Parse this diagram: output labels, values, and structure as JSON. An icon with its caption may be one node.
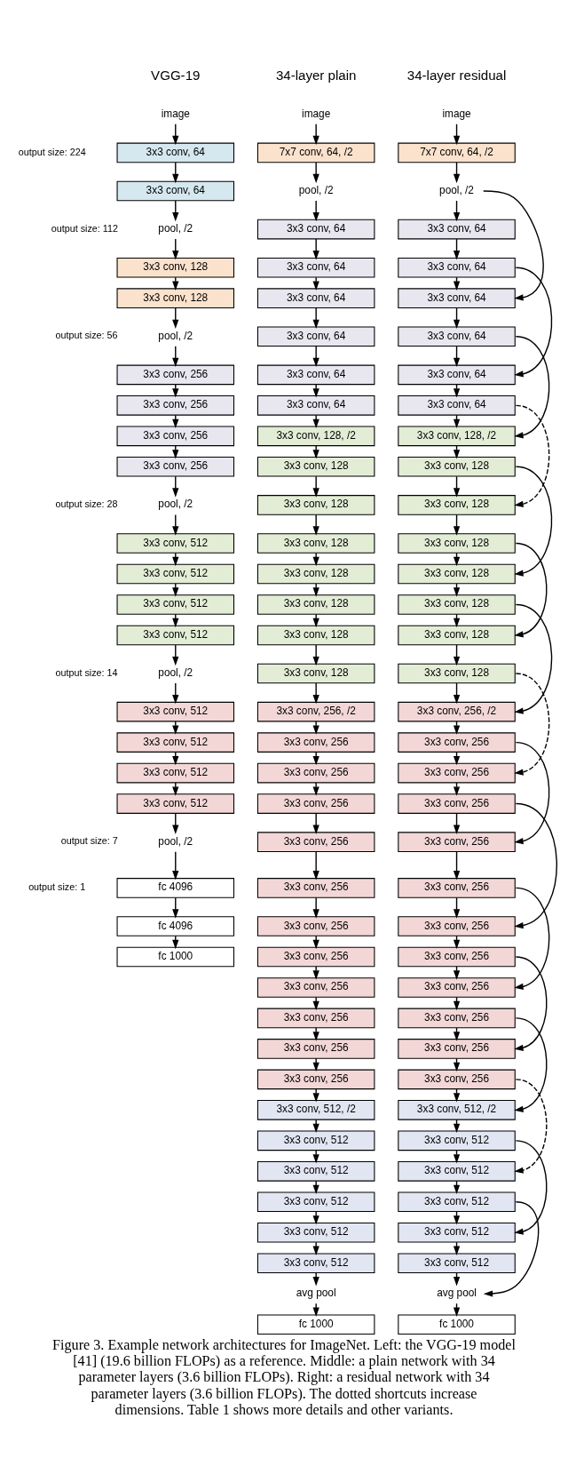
{
  "diagram": {
    "caption": "Figure 3. Example network architectures for ImageNet. Left: the VGG-19 model [41] (19.6 billion FLOPs) as a reference. Middle: a plain network with 34 parameter layers (3.6 billion FLOPs). Right: a residual network with 34 parameter layers (3.6 billion FLOPs). The dotted shortcuts increase dimensions. Table 1 shows more details and other variants.",
    "nodes": [
      {
        "text": [
          "image"
        ]
      },
      {
        "text": [
          "3x3 conv, 64"
        ]
      },
      {
        "text": [
          "3x3 conv, 64"
        ]
      },
      {
        "text": [
          "pool, /2"
        ]
      },
      {
        "text": [
          "3x3 conv, 128"
        ]
      },
      {
        "text": [
          "3x3 conv, 128"
        ]
      },
      {
        "text": [
          "pool, /2"
        ]
      },
      {
        "text": [
          "3x3 conv, 256"
        ]
      },
      {
        "text": [
          "3x3 conv, 256"
        ]
      },
      {
        "text": [
          "3x3 conv, 256"
        ]
      },
      {
        "text": [
          "3x3 conv, 256"
        ]
      },
      {
        "text": [
          "pool, /2"
        ]
      },
      {
        "text": [
          "3x3 conv, 512"
        ]
      },
      {
        "text": [
          "3x3 conv, 512"
        ]
      },
      {
        "text": [
          "3x3 conv, 512"
        ]
      },
      {
        "text": [
          "3x3 conv, 512"
        ]
      },
      {
        "text": [
          "pool, /2"
        ]
      },
      {
        "text": [
          "3x3 conv, 512"
        ]
      },
      {
        "text": [
          "3x3 conv, 512"
        ]
      },
      {
        "text": [
          "3x3 conv, 512"
        ]
      },
      {
        "text": [
          "3x3 conv, 512"
        ]
      },
      {
        "text": [
          "pool, /2"
        ]
      },
      {
        "text": [
          "fc 4096"
        ]
      },
      {
        "text": [
          "fc 4096"
        ]
      },
      {
        "text": [
          "fc 1000"
        ]
      },
      {
        "text": [
          "image"
        ]
      },
      {
        "text": [
          "7x7 conv, 64, /2"
        ]
      },
      {
        "text": [
          "pool, /2"
        ]
      },
      {
        "text": [
          "3x3 conv, 64"
        ]
      },
      {
        "text": [
          "3x3 conv, 64"
        ]
      },
      {
        "text": [
          "3x3 conv, 64"
        ]
      },
      {
        "text": [
          "3x3 conv, 64"
        ]
      },
      {
        "text": [
          "3x3 conv, 64"
        ]
      },
      {
        "text": [
          "3x3 conv, 64"
        ]
      },
      {
        "text": [
          "3x3 conv, 128, /2"
        ]
      },
      {
        "text": [
          "3x3 conv, 128"
        ]
      },
      {
        "text": [
          "3x3 conv, 128"
        ]
      },
      {
        "text": [
          "3x3 conv, 128"
        ]
      },
      {
        "text": [
          "3x3 conv, 128"
        ]
      },
      {
        "text": [
          "3x3 conv, 128"
        ]
      },
      {
        "text": [
          "3x3 conv, 128"
        ]
      },
      {
        "text": [
          "3x3 conv, 128"
        ]
      },
      {
        "text": [
          "3x3 conv, 256, /2"
        ]
      },
      {
        "text": [
          "3x3 conv, 256"
        ]
      },
      {
        "text": [
          "3x3 conv, 256"
        ]
      },
      {
        "text": [
          "3x3 conv, 256"
        ]
      },
      {
        "text": [
          "3x3 conv, 256"
        ]
      },
      {
        "text": [
          "3x3 conv, 256"
        ]
      },
      {
        "text": [
          "3x3 conv, 256"
        ]
      },
      {
        "text": [
          "3x3 conv, 256"
        ]
      },
      {
        "text": [
          "3x3 conv, 256"
        ]
      },
      {
        "text": [
          "3x3 conv, 256"
        ]
      },
      {
        "text": [
          "3x3 conv, 256"
        ]
      },
      {
        "text": [
          "3x3 conv, 256"
        ]
      },
      {
        "text": [
          "3x3 conv, 512, /2"
        ]
      },
      {
        "text": [
          "3x3 conv, 512"
        ]
      },
      {
        "text": [
          "3x3 conv, 512"
        ]
      },
      {
        "text": [
          "3x3 conv, 512"
        ]
      },
      {
        "text": [
          "3x3 conv, 512"
        ]
      },
      {
        "text": [
          "3x3 conv, 512"
        ]
      },
      {
        "text": [
          "avg pool"
        ]
      },
      {
        "text": [
          "fc 1000"
        ]
      },
      {
        "text": [
          "image"
        ]
      },
      {
        "text": [
          "7x7 conv, 64, /2"
        ]
      },
      {
        "text": [
          "pool, /2"
        ]
      },
      {
        "text": [
          "3x3 conv, 64"
        ]
      },
      {
        "text": [
          "3x3 conv, 64"
        ]
      },
      {
        "text": [
          "3x3 conv, 64"
        ]
      },
      {
        "text": [
          "3x3 conv, 64"
        ]
      },
      {
        "text": [
          "3x3 conv, 64"
        ]
      },
      {
        "text": [
          "3x3 conv, 64"
        ]
      },
      {
        "text": [
          "3x3 conv, 128, /2"
        ]
      },
      {
        "text": [
          "3x3 conv, 128"
        ]
      },
      {
        "text": [
          "3x3 conv, 128"
        ]
      },
      {
        "text": [
          "3x3 conv, 128"
        ]
      },
      {
        "text": [
          "3x3 conv, 128"
        ]
      },
      {
        "text": [
          "3x3 conv, 128"
        ]
      },
      {
        "text": [
          "3x3 conv, 128"
        ]
      },
      {
        "text": [
          "3x3 conv, 128"
        ]
      },
      {
        "text": [
          "3x3 conv, 256, /2"
        ]
      },
      {
        "text": [
          "3x3 conv, 256"
        ]
      },
      {
        "text": [
          "3x3 conv, 256"
        ]
      },
      {
        "text": [
          "3x3 conv, 256"
        ]
      },
      {
        "text": [
          "3x3 conv, 256"
        ]
      },
      {
        "text": [
          "3x3 conv, 256"
        ]
      },
      {
        "text": [
          "3x3 conv, 256"
        ]
      },
      {
        "text": [
          "3x3 conv, 256"
        ]
      },
      {
        "text": [
          "3x3 conv, 256"
        ]
      },
      {
        "text": [
          "3x3 conv, 256"
        ]
      },
      {
        "text": [
          "3x3 conv, 256"
        ]
      },
      {
        "text": [
          "3x3 conv, 256"
        ]
      },
      {
        "text": [
          "3x3 conv, 512, /2"
        ]
      },
      {
        "text": [
          "3x3 conv, 512"
        ]
      },
      {
        "text": [
          "3x3 conv, 512"
        ]
      },
      {
        "text": [
          "3x3 conv, 512"
        ]
      },
      {
        "text": [
          "3x3 conv, 512"
        ]
      },
      {
        "text": [
          "3x3 conv, 512"
        ]
      },
      {
        "text": [
          "avg pool"
        ]
      },
      {
        "text": [
          "fc 1000"
        ]
      }
    ],
    "edges": [
      {
        "from": 0,
        "to": 1,
        "arrow": "to"
      },
      {
        "from": 1,
        "to": 2,
        "arrow": "to"
      },
      {
        "from": 2,
        "to": 3,
        "arrow": "to"
      },
      {
        "from": 3,
        "to": 4,
        "arrow": "to"
      },
      {
        "from": 4,
        "to": 5,
        "arrow": "to"
      },
      {
        "from": 5,
        "to": 6,
        "arrow": "to"
      },
      {
        "from": 6,
        "to": 7,
        "arrow": "to"
      },
      {
        "from": 7,
        "to": 8,
        "arrow": "to"
      },
      {
        "from": 8,
        "to": 9,
        "arrow": "to"
      },
      {
        "from": 9,
        "to": 10,
        "arrow": "to"
      },
      {
        "from": 10,
        "to": 11,
        "arrow": "to"
      },
      {
        "from": 11,
        "to": 12,
        "arrow": "to"
      },
      {
        "from": 12,
        "to": 13,
        "arrow": "to"
      },
      {
        "from": 13,
        "to": 14,
        "arrow": "to"
      },
      {
        "from": 14,
        "to": 15,
        "arrow": "to"
      },
      {
        "from": 15,
        "to": 16,
        "arrow": "to"
      },
      {
        "from": 16,
        "to": 17,
        "arrow": "to"
      },
      {
        "from": 17,
        "to": 18,
        "arrow": "to"
      },
      {
        "from": 18,
        "to": 19,
        "arrow": "to"
      },
      {
        "from": 19,
        "to": 20,
        "arrow": "to"
      },
      {
        "from": 20,
        "to": 21,
        "arrow": "to"
      },
      {
        "from": 21,
        "to": 22,
        "arrow": "to"
      },
      {
        "from": 22,
        "to": 23,
        "arrow": "to"
      },
      {
        "from": 23,
        "to": 24,
        "arrow": "to"
      },
      {
        "from": 25,
        "to": 26,
        "arrow": "to"
      },
      {
        "from": 26,
        "to": 27,
        "arrow": "to"
      },
      {
        "from": 27,
        "to": 28,
        "arrow": "to"
      },
      {
        "from": 28,
        "to": 29,
        "arrow": "to"
      },
      {
        "from": 29,
        "to": 30,
        "arrow": "to"
      },
      {
        "from": 30,
        "to": 31,
        "arrow": "to"
      },
      {
        "from": 31,
        "to": 32,
        "arrow": "to"
      },
      {
        "from": 32,
        "to": 33,
        "arrow": "to"
      },
      {
        "from": 33,
        "to": 34,
        "arrow": "to"
      },
      {
        "from": 34,
        "to": 35,
        "arrow": "to"
      },
      {
        "from": 35,
        "to": 36,
        "arrow": "to"
      },
      {
        "from": 36,
        "to": 37,
        "arrow": "to"
      },
      {
        "from": 37,
        "to": 38,
        "arrow": "to"
      },
      {
        "from": 38,
        "to": 39,
        "arrow": "to"
      },
      {
        "from": 39,
        "to": 40,
        "arrow": "to"
      },
      {
        "from": 40,
        "to": 41,
        "arrow": "to"
      },
      {
        "from": 41,
        "to": 42,
        "arrow": "to"
      },
      {
        "from": 42,
        "to": 43,
        "arrow": "to"
      },
      {
        "from": 43,
        "to": 44,
        "arrow": "to"
      },
      {
        "from": 44,
        "to": 45,
        "arrow": "to"
      },
      {
        "from": 45,
        "to": 46,
        "arrow": "to"
      },
      {
        "from": 46,
        "to": 47,
        "arrow": "to"
      },
      {
        "from": 47,
        "to": 48,
        "arrow": "to"
      },
      {
        "from": 48,
        "to": 49,
        "arrow": "to"
      },
      {
        "from": 49,
        "to": 50,
        "arrow": "to"
      },
      {
        "from": 50,
        "to": 51,
        "arrow": "to"
      },
      {
        "from": 51,
        "to": 52,
        "arrow": "to"
      },
      {
        "from": 52,
        "to": 53,
        "arrow": "to"
      },
      {
        "from": 53,
        "to": 54,
        "arrow": "to"
      },
      {
        "from": 54,
        "to": 55,
        "arrow": "to"
      },
      {
        "from": 55,
        "to": 56,
        "arrow": "to"
      },
      {
        "from": 56,
        "to": 57,
        "arrow": "to"
      },
      {
        "from": 57,
        "to": 58,
        "arrow": "to"
      },
      {
        "from": 58,
        "to": 59,
        "arrow": "to"
      },
      {
        "from": 59,
        "to": 60,
        "arrow": "to"
      },
      {
        "from": 60,
        "to": 61,
        "arrow": "to"
      },
      {
        "from": 62,
        "to": 63,
        "arrow": "to"
      },
      {
        "from": 63,
        "to": 64,
        "arrow": "to"
      },
      {
        "from": 64,
        "to": 65,
        "arrow": "to"
      },
      {
        "from": 65,
        "to": 66,
        "arrow": "to"
      },
      {
        "from": 66,
        "to": 67,
        "arrow": "to"
      },
      {
        "from": 67,
        "to": 68,
        "arrow": "to"
      },
      {
        "from": 68,
        "to": 69,
        "arrow": "to"
      },
      {
        "from": 69,
        "to": 70,
        "arrow": "to"
      },
      {
        "from": 70,
        "to": 71,
        "arrow": "to"
      },
      {
        "from": 71,
        "to": 72,
        "arrow": "to"
      },
      {
        "from": 72,
        "to": 73,
        "arrow": "to"
      },
      {
        "from": 73,
        "to": 74,
        "arrow": "to"
      },
      {
        "from": 74,
        "to": 75,
        "arrow": "to"
      },
      {
        "from": 75,
        "to": 76,
        "arrow": "to"
      },
      {
        "from": 76,
        "to": 77,
        "arrow": "to"
      },
      {
        "from": 77,
        "to": 78,
        "arrow": "to"
      },
      {
        "from": 78,
        "to": 79,
        "arrow": "to"
      },
      {
        "from": 79,
        "to": 80,
        "arrow": "to"
      },
      {
        "from": 80,
        "to": 81,
        "arrow": "to"
      },
      {
        "from": 81,
        "to": 82,
        "arrow": "to"
      },
      {
        "from": 82,
        "to": 83,
        "arrow": "to"
      },
      {
        "from": 83,
        "to": 84,
        "arrow": "to"
      },
      {
        "from": 84,
        "to": 85,
        "arrow": "to"
      },
      {
        "from": 85,
        "to": 86,
        "arrow": "to"
      },
      {
        "from": 86,
        "to": 87,
        "arrow": "to"
      },
      {
        "from": 87,
        "to": 88,
        "arrow": "to"
      },
      {
        "from": 88,
        "to": 89,
        "arrow": "to"
      },
      {
        "from": 89,
        "to": 90,
        "arrow": "to"
      },
      {
        "from": 90,
        "to": 91,
        "arrow": "to"
      },
      {
        "from": 91,
        "to": 92,
        "arrow": "to"
      },
      {
        "from": 92,
        "to": 93,
        "arrow": "to"
      },
      {
        "from": 93,
        "to": 94,
        "arrow": "to"
      },
      {
        "from": 94,
        "to": 95,
        "arrow": "to"
      },
      {
        "from": 95,
        "to": 96,
        "arrow": "to"
      },
      {
        "from": 96,
        "to": 97,
        "arrow": "to"
      },
      {
        "from": 97,
        "to": 98,
        "arrow": "to"
      },
      {
        "from": 64,
        "to": 67,
        "arrow": "to"
      },
      {
        "from": 66,
        "to": 69,
        "arrow": "to"
      },
      {
        "from": 68,
        "to": 71,
        "arrow": "to"
      },
      {
        "from": 70,
        "to": 73,
        "arrow": "to",
        "style": "dashed"
      },
      {
        "from": 72,
        "to": 75,
        "arrow": "to"
      },
      {
        "from": 74,
        "to": 77,
        "arrow": "to"
      },
      {
        "from": 76,
        "to": 79,
        "arrow": "to"
      },
      {
        "from": 78,
        "to": 81,
        "arrow": "to",
        "style": "dashed"
      },
      {
        "from": 80,
        "to": 83,
        "arrow": "to"
      },
      {
        "from": 82,
        "to": 85,
        "arrow": "to"
      },
      {
        "from": 84,
        "to": 87,
        "arrow": "to"
      },
      {
        "from": 86,
        "to": 89,
        "arrow": "to"
      },
      {
        "from": 88,
        "to": 91,
        "arrow": "to"
      },
      {
        "from": 90,
        "to": 93,
        "arrow": "to",
        "style": "dashed"
      },
      {
        "from": 92,
        "to": 95,
        "arrow": "to"
      },
      {
        "from": 94,
        "to": 97,
        "arrow": "to"
      }
    ],
    "labels": [
      "VGG-19",
      "34-layer plain",
      "34-layer residual",
      "output size: 224",
      "output size: 112",
      "output size: 56",
      "output size: 28",
      "output size: 14",
      "output size: 7",
      "output size: 1"
    ]
  }
}
